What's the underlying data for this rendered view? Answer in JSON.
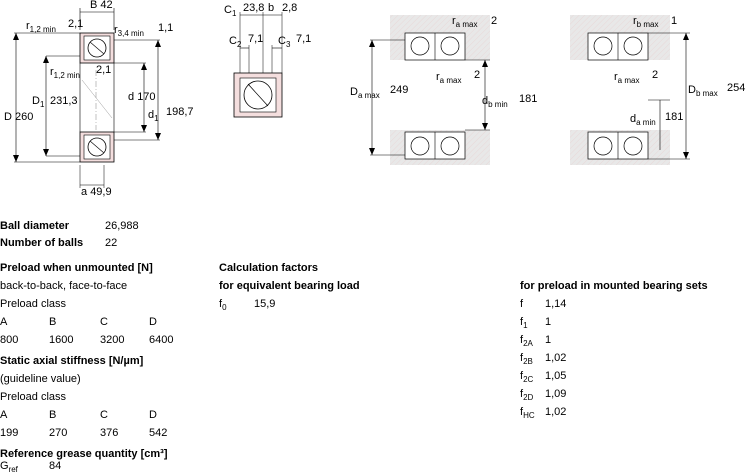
{
  "dims_main": {
    "B": "B",
    "B_val": "42",
    "r12": "r",
    "r12_sub": "1,2 min",
    "r12_val": "2,1",
    "r34": "r",
    "r34_sub": "3,4 min",
    "r34_val": "1,1",
    "r12b": "r",
    "r12b_sub": "1,2 min",
    "r12b_val": "2,1",
    "D": "D",
    "D_val": "260",
    "D1": "D",
    "D1_sub": "1",
    "D1_val": "231,3",
    "d": "d",
    "d_val": "170",
    "d1": "d",
    "d1_sub": "1",
    "d1_val": "198,7",
    "a": "a",
    "a_val": "49,9"
  },
  "dims_detail": {
    "C1": "C",
    "C1_sub": "1",
    "C1_val": "23,8",
    "b": "b",
    "b_val": "2,8",
    "C2": "C",
    "C2_sub": "2",
    "C2_val": "7,1",
    "C3": "C",
    "C3_sub": "3",
    "C3_val": "7,1"
  },
  "dims_abut1": {
    "ra_top": "r",
    "ra_top_sub": "a max",
    "ra_top_val": "2",
    "ra_mid": "r",
    "ra_mid_sub": "a max",
    "ra_mid_val": "2",
    "Da": "D",
    "Da_sub": "a max",
    "Da_val": "249",
    "db": "d",
    "db_sub": "b min",
    "db_val": "181"
  },
  "dims_abut2": {
    "rb_top": "r",
    "rb_top_sub": "b max",
    "rb_top_val": "1",
    "ra_mid": "r",
    "ra_mid_sub": "a max",
    "ra_mid_val": "2",
    "Db": "D",
    "Db_sub": "b max",
    "Db_val": "254",
    "da": "d",
    "da_sub": "a min",
    "da_val": "181"
  },
  "ball": {
    "diameter_label": "Ball diameter",
    "diameter_value": "26,988",
    "count_label": "Number of balls",
    "count_value": "22"
  },
  "preload": {
    "heading": "Preload when unmounted [N]",
    "arrangement": "back-to-back, face-to-face",
    "class_label": "Preload class",
    "classes": [
      "A",
      "B",
      "C",
      "D"
    ],
    "values": [
      "800",
      "1600",
      "3200",
      "6400"
    ]
  },
  "stiffness": {
    "heading": "Static axial stiffness [N/µm]",
    "note": "(guideline value)",
    "class_label": "Preload class",
    "classes": [
      "A",
      "B",
      "C",
      "D"
    ],
    "values": [
      "199",
      "270",
      "376",
      "542"
    ]
  },
  "grease": {
    "heading": "Reference grease quantity [cm³]",
    "label": "G",
    "label_sub": "ref",
    "value": "84"
  },
  "calc": {
    "heading": "Calculation factors",
    "equiv_heading": "for equivalent bearing load",
    "f0_label": "f",
    "f0_sub": "0",
    "f0_value": "15,9",
    "mounted_heading": "for preload in mounted bearing sets",
    "factors": [
      {
        "label": "f",
        "sub": "",
        "value": "1,14"
      },
      {
        "label": "f",
        "sub": "1",
        "value": "1"
      },
      {
        "label": "f",
        "sub": "2A",
        "value": "1"
      },
      {
        "label": "f",
        "sub": "2B",
        "value": "1,02"
      },
      {
        "label": "f",
        "sub": "2C",
        "value": "1,05"
      },
      {
        "label": "f",
        "sub": "2D",
        "value": "1,09"
      },
      {
        "label": "f",
        "sub": "HC",
        "value": "1,02"
      }
    ]
  }
}
